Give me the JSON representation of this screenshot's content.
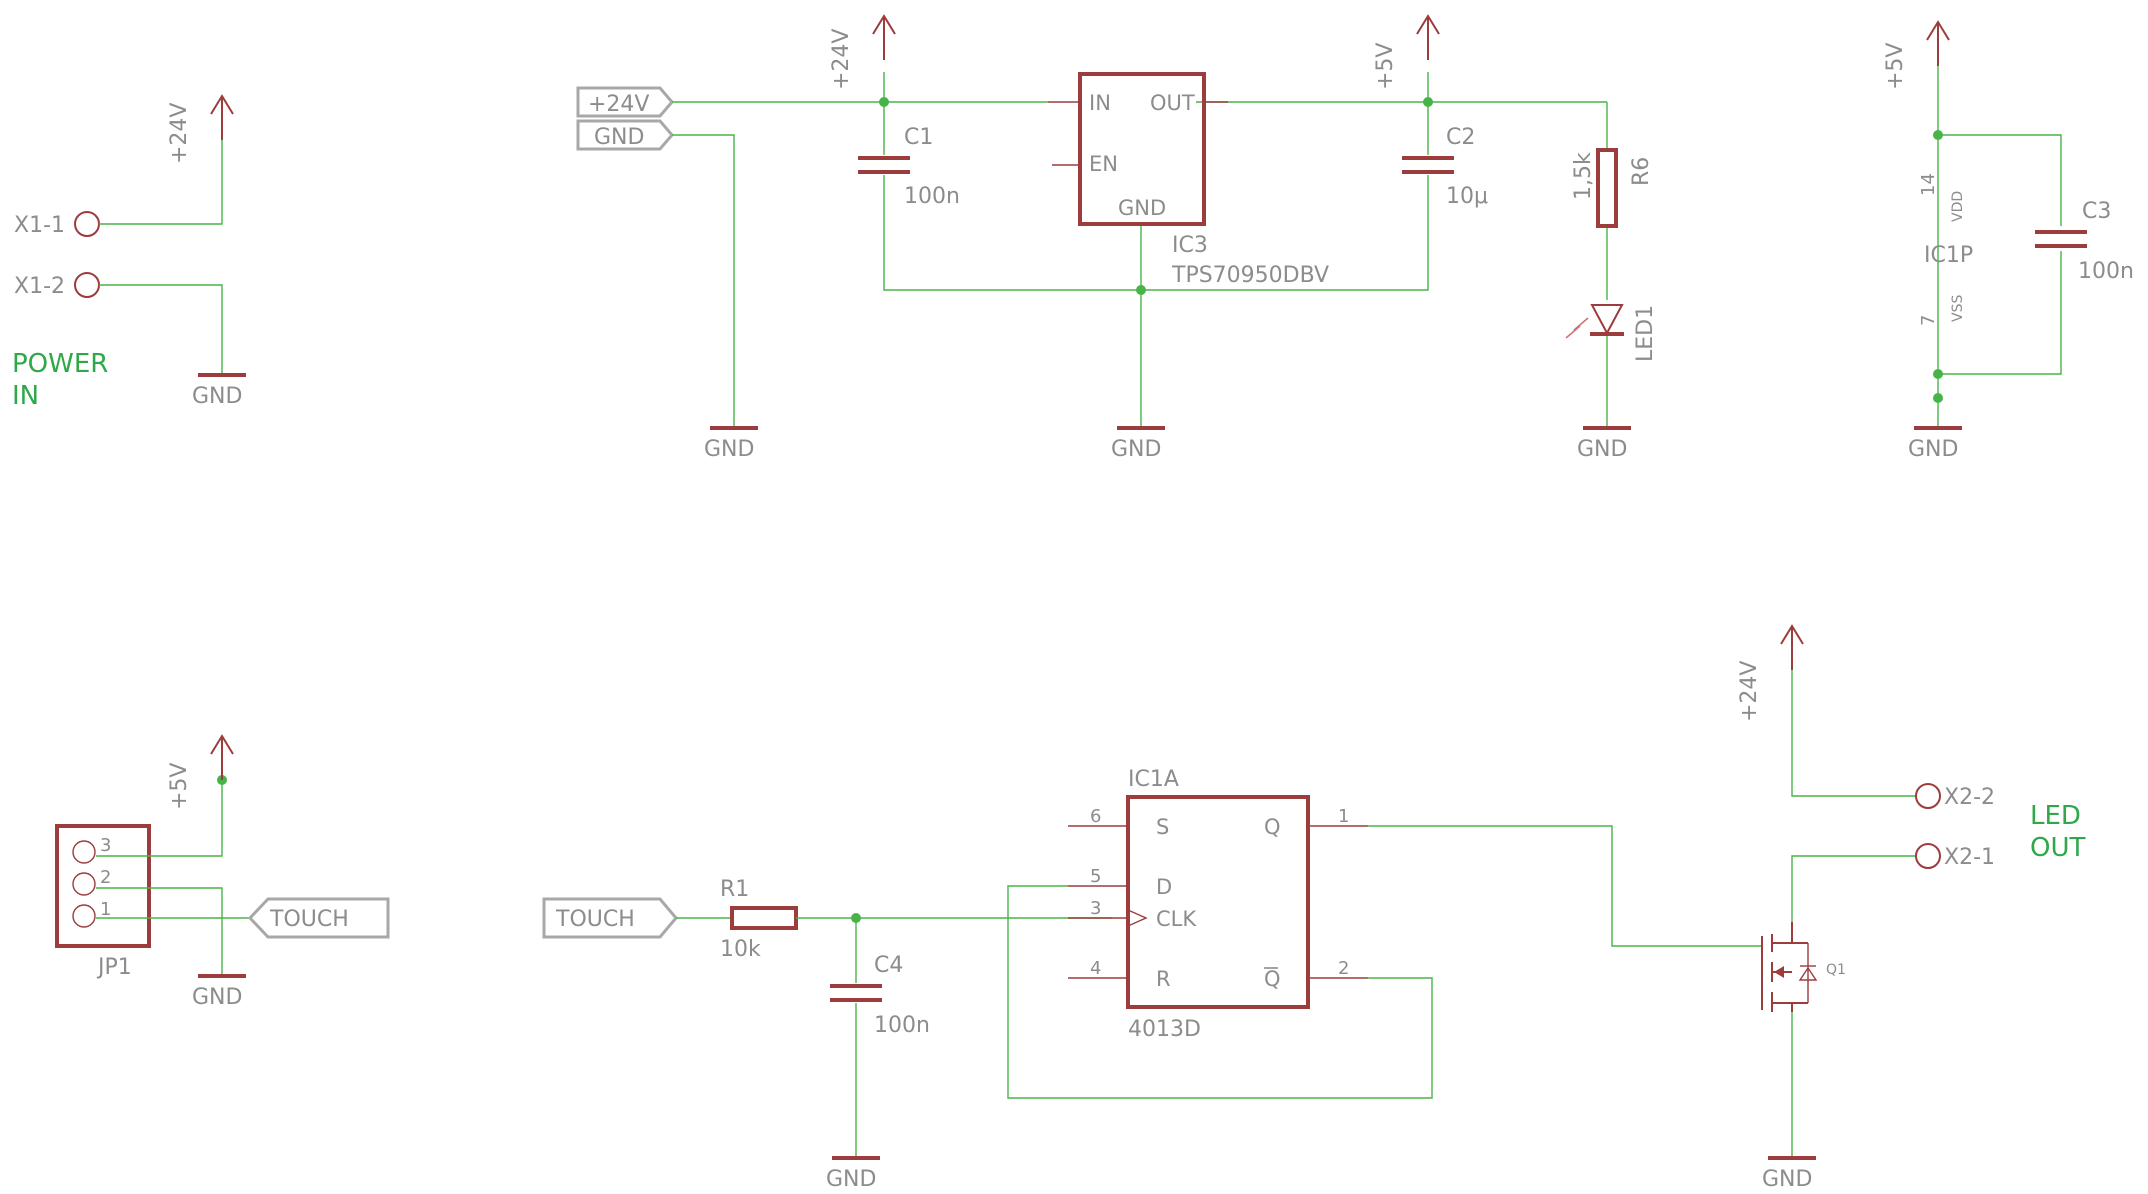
{
  "notes": {
    "power_in_1": "POWER",
    "power_in_2": "IN",
    "led_out_1": "LED",
    "led_out_2": "OUT"
  },
  "supplies": {
    "p24v": "+24V",
    "p5v": "+5V",
    "gnd": "GND"
  },
  "connectors": {
    "x1_1": "X1-1",
    "x1_2": "X1-2",
    "x2_1": "X2-1",
    "x2_2": "X2-2"
  },
  "net_labels": {
    "p24v": "+24V",
    "gnd": "GND",
    "touch": "TOUCH"
  },
  "ic3": {
    "name": "IC3",
    "value": "TPS70950DBV",
    "pin_in": "IN",
    "pin_out": "OUT",
    "pin_en": "EN",
    "pin_gnd": "GND"
  },
  "c1": {
    "name": "C1",
    "value": "100n"
  },
  "c2": {
    "name": "C2",
    "value": "10μ"
  },
  "c3": {
    "name": "C3",
    "value": "100n"
  },
  "c4": {
    "name": "C4",
    "value": "100n"
  },
  "r6": {
    "name": "R6",
    "value": "1,5k"
  },
  "r1": {
    "name": "R1",
    "value": "10k"
  },
  "led1": {
    "name": "LED1"
  },
  "ic1p": {
    "name": "IC1P",
    "pin_vdd": "VDD",
    "pin_vss": "VSS",
    "num_vdd": "14",
    "num_vss": "7"
  },
  "jp1": {
    "name": "JP1",
    "pin3": "3",
    "pin2": "2",
    "pin1": "1"
  },
  "ic1a": {
    "name": "IC1A",
    "value": "4013D",
    "pin_s": "S",
    "pin_d": "D",
    "pin_clk": "CLK",
    "pin_r": "R",
    "pin_q": "Q",
    "pin_qbar": "Q",
    "num_s": "6",
    "num_d": "5",
    "num_clk": "3",
    "num_r": "4",
    "num_q": "1",
    "num_qbar": "2"
  },
  "q1": {
    "name": "Q1"
  },
  "colors": {
    "wire": "#48b348",
    "symbol": "#9c3c3c",
    "label": "#8c8c8c",
    "note": "#2fa84a"
  }
}
